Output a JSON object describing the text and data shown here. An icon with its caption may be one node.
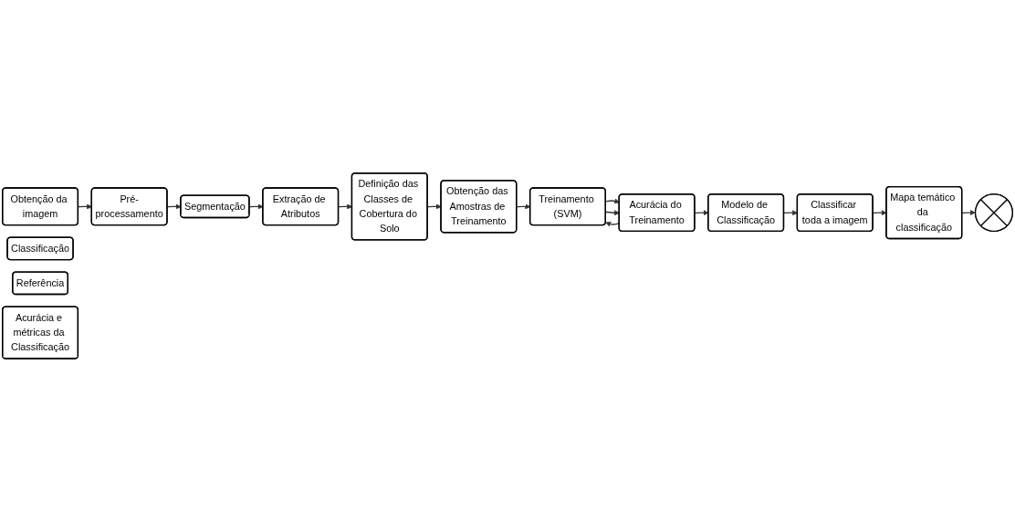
{
  "diagram": {
    "nodes": [
      {
        "text": [
          "Obtenção da imagem"
        ]
      },
      {
        "text": [
          "Pré-processamento"
        ]
      },
      {
        "text": [
          "Segmentação"
        ]
      },
      {
        "text": [
          "Extração de Atributos"
        ]
      },
      {
        "text": [
          "Definição das Classes de Cobertura do Solo"
        ]
      },
      {
        "text": [
          "Obtenção das Amostras de Treinamento"
        ]
      },
      {
        "text": [
          "Treinamento (SVM)"
        ]
      },
      {
        "text": [
          "Acurácia do Treinamento"
        ]
      },
      {
        "text": [
          "Modelo de Classificação"
        ]
      },
      {
        "text": [
          "Classificar toda a imagem"
        ]
      },
      {
        "text": [
          "Mapa temático da classificação"
        ]
      },
      {
        "text": [
          "Classificação"
        ]
      },
      {
        "text": [],
        "shape": "cross"
      },
      {
        "text": [
          "Referência"
        ]
      },
      {
        "text": [
          "Acurácia e métricas da Classificação"
        ]
      }
    ],
    "edges": [
      {
        "from": 0,
        "to": 1,
        "arrow": "to"
      },
      {
        "from": 1,
        "to": 2,
        "arrow": "to"
      },
      {
        "from": 2,
        "to": 3,
        "arrow": "to"
      },
      {
        "from": 3,
        "to": 4,
        "arrow": "to"
      },
      {
        "from": 4,
        "to": 5,
        "arrow": "to"
      },
      {
        "from": 5,
        "to": 6,
        "arrow": "to"
      },
      {
        "from": 6,
        "to": 7,
        "arrow": "to"
      },
      {
        "from": 6,
        "to": 7,
        "arrow": "to"
      },
      {
        "from": 7,
        "to": 6,
        "arrow": "to"
      },
      {
        "from": 7,
        "to": 8,
        "arrow": "to"
      },
      {
        "from": 8,
        "to": 9,
        "arrow": "to"
      },
      {
        "from": 9,
        "to": 10,
        "arrow": "to"
      },
      {
        "from": 10,
        "to": 12,
        "arrow": "to"
      }
    ]
  }
}
